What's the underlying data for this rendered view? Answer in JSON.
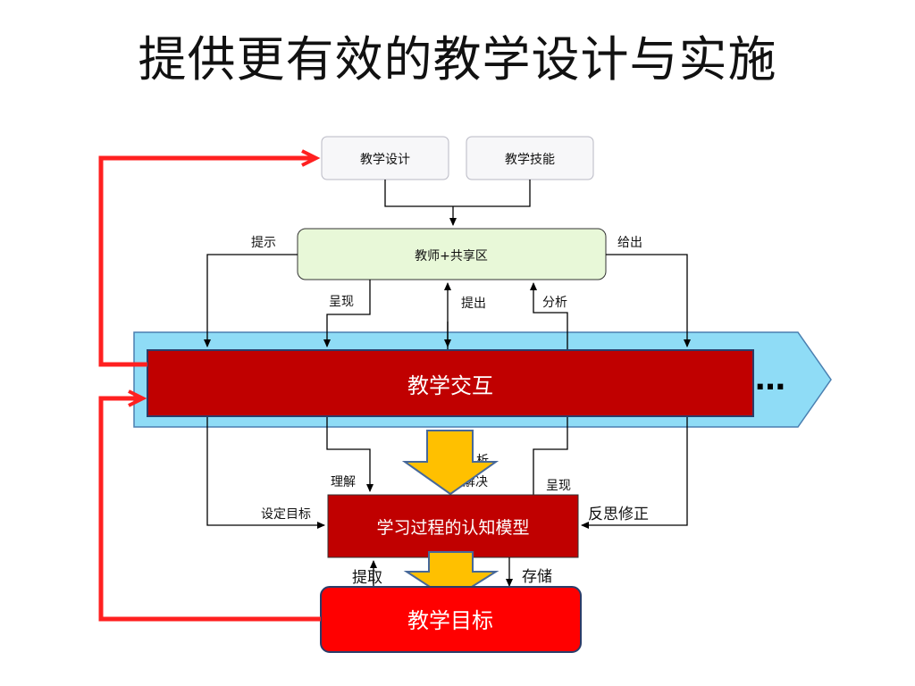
{
  "title": "提供更有效的教学设计与实施",
  "boxes": {
    "design": "教学设计",
    "skills": "教学技能",
    "teacher": "教师+共享区",
    "interaction": "教学交互",
    "ellipsis": "…",
    "cognitive": "学习过程的认知模型",
    "goal": "教学目标"
  },
  "edges": {
    "hint": "提示",
    "give": "给出",
    "present_top": "呈现",
    "propose": "提出",
    "analyze_top": "分析",
    "understand": "理解",
    "analyze_mid": "析",
    "solve": "解决",
    "present_bottom": "呈现",
    "set_goal": "设定目标",
    "reflect": "反思修正",
    "retrieve": "提取",
    "store": "存储"
  },
  "colors": {
    "dark_red": "#c00000",
    "bright_red": "#ff0000",
    "arrow_red": "#ff2020",
    "light_blue": "#8fdcf6",
    "light_green": "#e8f8d8",
    "gold": "#ffc000",
    "gray_box": "#f7f7f9"
  }
}
